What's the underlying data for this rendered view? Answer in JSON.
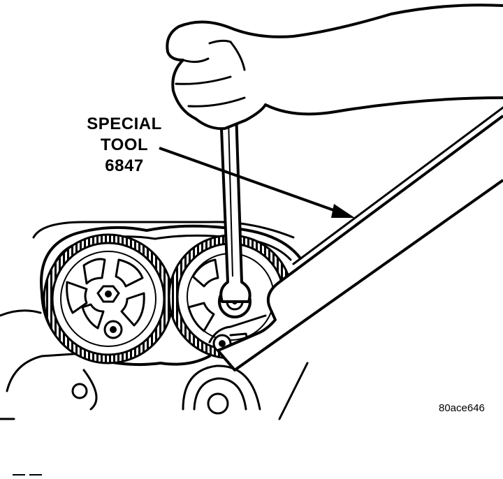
{
  "callout": {
    "line1": "SPECIAL",
    "line2": "TOOL",
    "line3": "6847"
  },
  "figure_code": "80ace646",
  "icons": [
    "hand-icon",
    "wrench-handle-icon",
    "camshaft-sprocket-icon",
    "timing-belt-icon",
    "holding-tool-icon",
    "leader-arrow-icon"
  ]
}
